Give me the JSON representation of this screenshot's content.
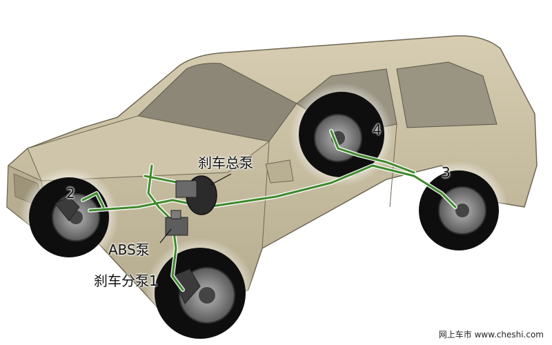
{
  "labels": {
    "master_cylinder": "刹车总泵",
    "abs_pump": "ABS泵",
    "wheel_cylinder_1": "刹车分泵1",
    "wheel_2": "2",
    "wheel_3": "3",
    "wheel_4": "4"
  },
  "watermark": "网上车市 www.cheshi.com",
  "colors": {
    "body": "#c9bfa3",
    "body_shade": "#a89e82",
    "glass": "#8f8a7a",
    "tire": "#0e0e0e",
    "brake_line": "#3d8a2a",
    "brake_line_glow": "#ffffff"
  }
}
